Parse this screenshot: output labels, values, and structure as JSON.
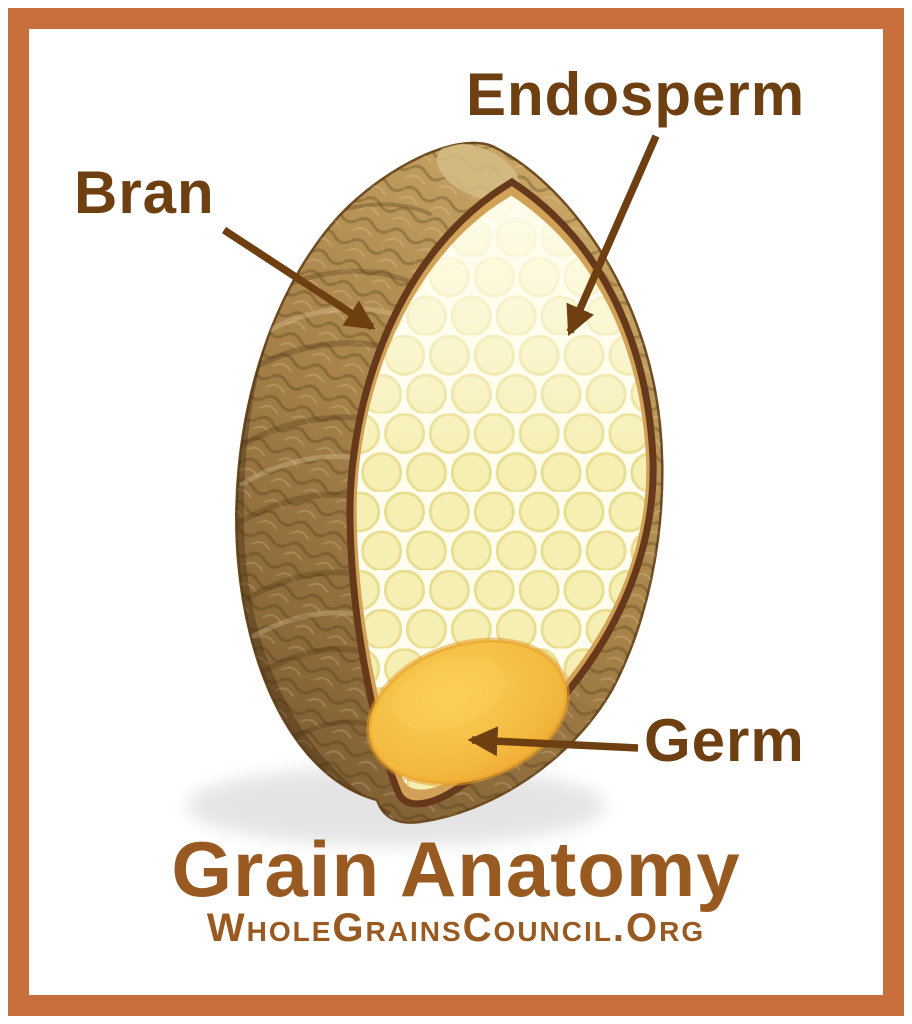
{
  "diagram": {
    "title": "Grain Anatomy",
    "subtitle": "WholeGrainsCouncil.Org",
    "labels": {
      "bran": "Bran",
      "endosperm": "Endosperm",
      "germ": "Germ"
    }
  },
  "colors": {
    "frame": "#c8703c",
    "label-text": "#6e3f11",
    "title-text": "#995a21",
    "arrow": "#6e3f11",
    "bran-outer": "#a8834a",
    "endosperm-fill": "#fdf8d9",
    "germ-fill": "#f4b93f",
    "background": "#ffffff"
  }
}
